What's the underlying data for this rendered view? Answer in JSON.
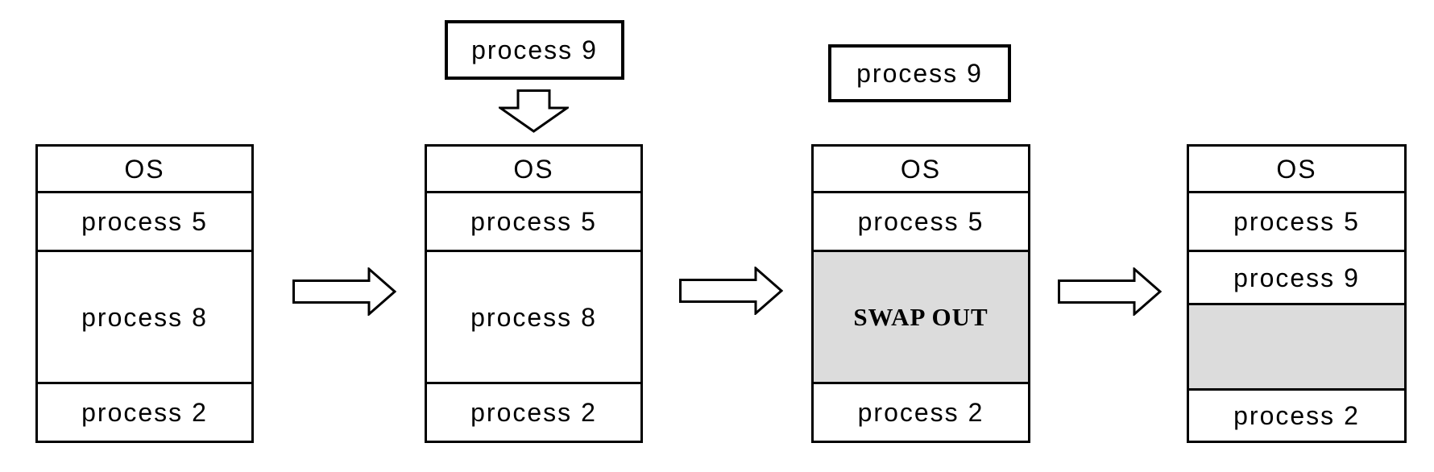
{
  "diagram": {
    "description": "memory swapping sequence",
    "colors": {
      "border": "#000000",
      "background": "#ffffff",
      "shaded_region": "#dcdcdc"
    },
    "floating_boxes": [
      {
        "label": "process 9"
      },
      {
        "label": "process 9"
      }
    ],
    "stacks": [
      {
        "segments": [
          {
            "label": "OS"
          },
          {
            "label": "process 5"
          },
          {
            "label": "process 8"
          },
          {
            "label": "process 2"
          }
        ]
      },
      {
        "segments": [
          {
            "label": "OS"
          },
          {
            "label": "process 5"
          },
          {
            "label": "process 8"
          },
          {
            "label": "process 2"
          }
        ]
      },
      {
        "segments": [
          {
            "label": "OS"
          },
          {
            "label": "process 5"
          },
          {
            "label": "SWAP OUT",
            "shaded": true
          },
          {
            "label": "process 2"
          }
        ]
      },
      {
        "segments": [
          {
            "label": "OS"
          },
          {
            "label": "process 5"
          },
          {
            "label": "process 9"
          },
          {
            "label": "",
            "shaded": true
          },
          {
            "label": "process 2"
          }
        ]
      }
    ]
  }
}
